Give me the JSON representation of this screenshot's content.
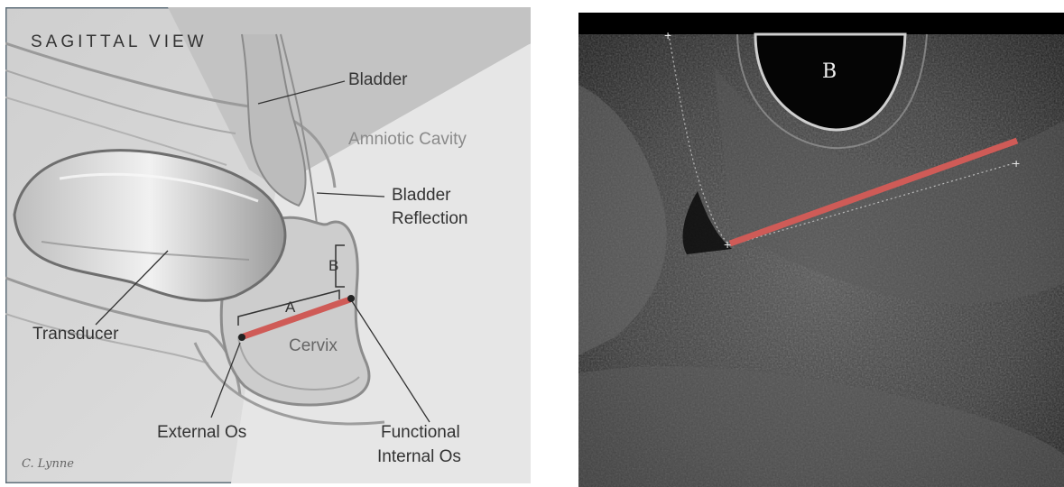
{
  "left_diagram": {
    "title": "SAGITTAL VIEW",
    "labels": {
      "bladder": "Bladder",
      "amniotic_cavity": "Amniotic Cavity",
      "bladder_reflection_1": "Bladder",
      "bladder_reflection_2": "Reflection",
      "transducer": "Transducer",
      "cervix": "Cervix",
      "external_os": "External Os",
      "functional_internal_os_1": "Functional",
      "functional_internal_os_2": "Internal Os",
      "measure_a": "A",
      "measure_b": "B",
      "signature": "C. Lynne"
    }
  },
  "right_image": {
    "bladder_label": "B"
  },
  "colors": {
    "measurement_line": "#cf5b57",
    "diagram_background": "#d9d9d9",
    "ultrasound_background": "#2a2a2a"
  }
}
